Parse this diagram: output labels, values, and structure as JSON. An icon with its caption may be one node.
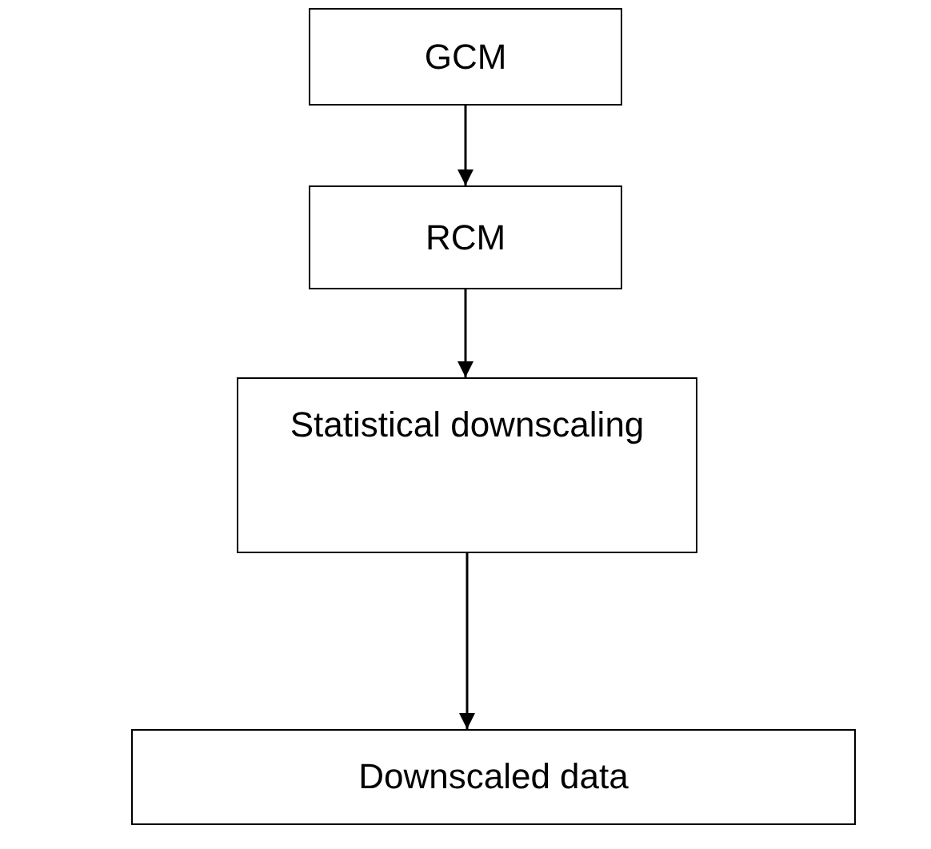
{
  "diagram": {
    "nodes": [
      {
        "text": [
          "GCM"
        ]
      },
      {
        "text": [
          "RCM"
        ]
      },
      {
        "text": [
          "Statistical downscaling"
        ]
      },
      {
        "text": [
          "Downscaled data"
        ]
      }
    ],
    "edges": [
      {
        "from": 0,
        "to": 1,
        "arrow": "to"
      },
      {
        "from": 1,
        "to": 2,
        "arrow": "to"
      },
      {
        "from": 2,
        "to": 3,
        "arrow": "to"
      }
    ]
  }
}
